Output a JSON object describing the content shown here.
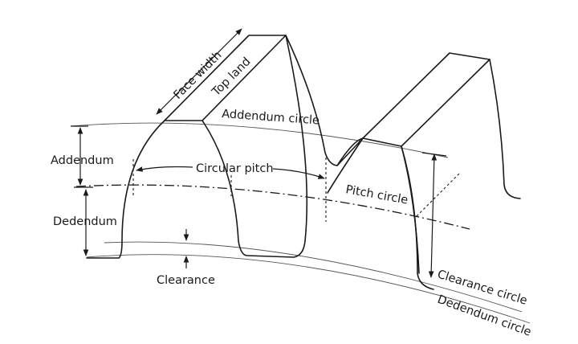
{
  "labels": {
    "face_width": "Face width",
    "top_land": "Top land",
    "addendum_circle": "Addendum circle",
    "addendum": "Addendum",
    "circular_pitch": "Circular pitch",
    "pitch_circle": "Pitch circle",
    "dedendum": "Dedendum",
    "clearance": "Clearance",
    "clearance_circle": "Clearance circle",
    "dedendum_circle": "Dedendum circle"
  }
}
